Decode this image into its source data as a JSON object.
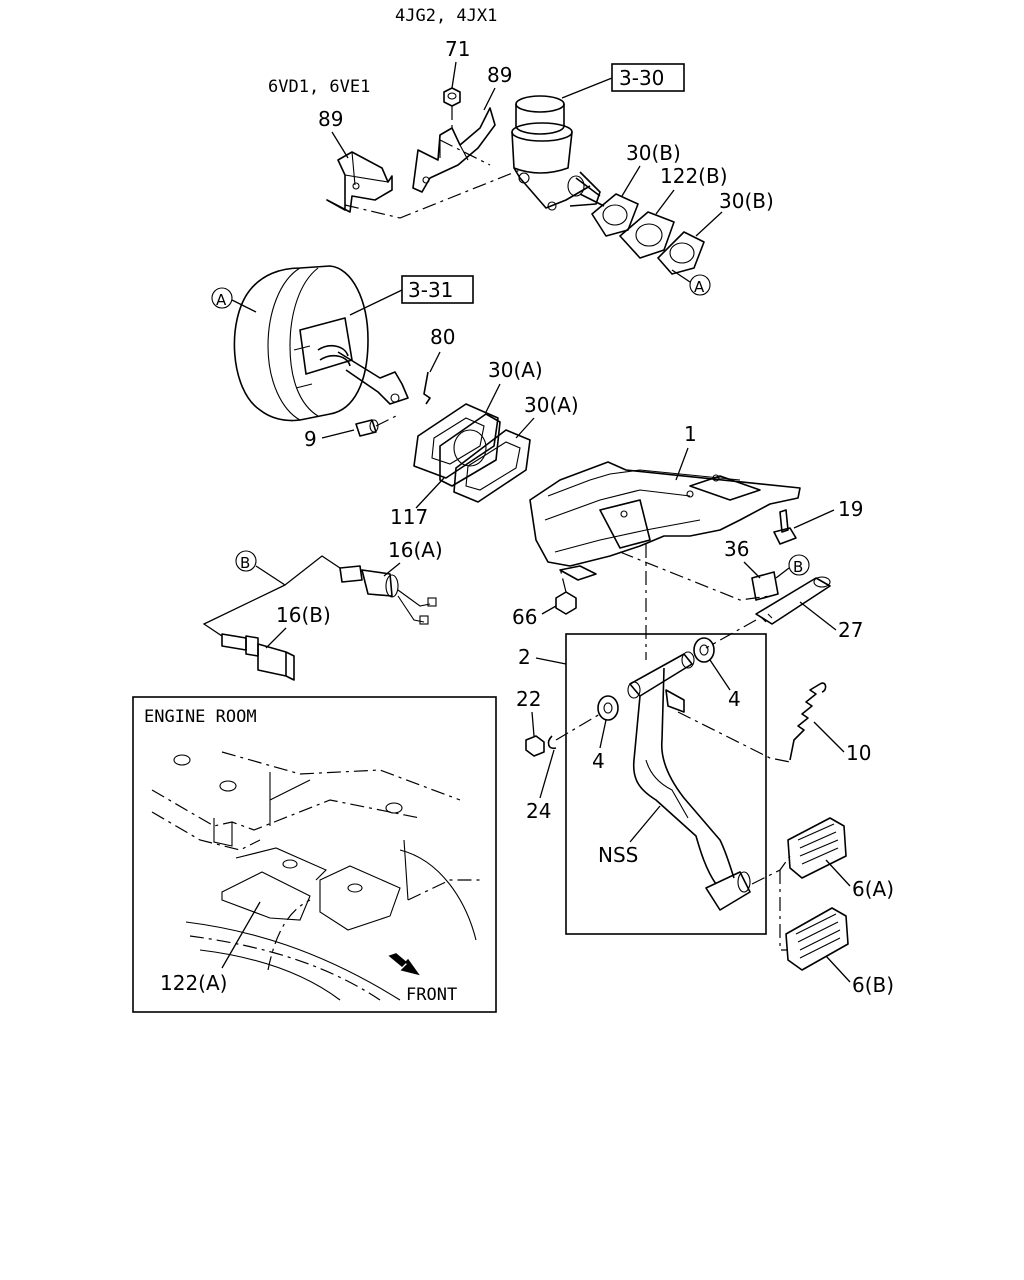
{
  "header": {
    "engine_codes_top": "4JG2, 4JX1",
    "engine_codes_left": "6VD1, 6VE1"
  },
  "refs": {
    "ref_3_30": "3-30",
    "ref_3_31": "3-31"
  },
  "circle_markers": {
    "a": "A",
    "b": "B"
  },
  "parts": {
    "p71": "71",
    "p89_right": "89",
    "p89_left": "89",
    "p30b_1": "30(B)",
    "p122b": "122(B)",
    "p30b_2": "30(B)",
    "p80": "80",
    "p30a_1": "30(A)",
    "p30a_2": "30(A)",
    "p9": "9",
    "p117": "117",
    "p1": "1",
    "p19": "19",
    "p16a": "16(A)",
    "p16b": "16(B)",
    "p36": "36",
    "p66": "66",
    "p27": "27",
    "p2": "2",
    "p22": "22",
    "p4_right": "4",
    "p4_left": "4",
    "p10": "10",
    "p24": "24",
    "nss": "NSS",
    "p6a": "6(A)",
    "p6b": "6(B)"
  },
  "inset": {
    "title": "ENGINE ROOM",
    "part_label": "122(A)",
    "direction_label": "FRONT",
    "arrow_icon": "front-arrow-icon"
  }
}
